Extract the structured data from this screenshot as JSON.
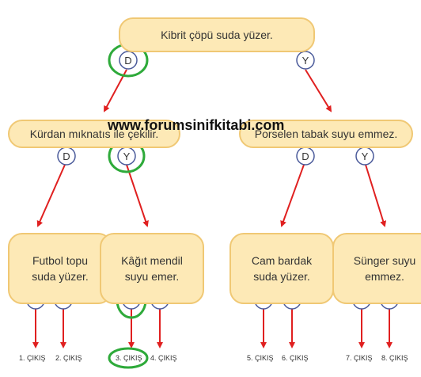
{
  "boxes": {
    "root": "Kibrit çöpü suda yüzer.",
    "left_question": "Kürdan mıknatıs ile çekilir.",
    "right_question": "Porselen tabak suyu emmez.",
    "leaf1": [
      "Futbol topu",
      "suda yüzer."
    ],
    "leaf2": [
      "Kâğıt mendil",
      "suyu emer."
    ],
    "leaf3": [
      "Cam bardak",
      "suda yüzer."
    ],
    "leaf4": [
      "Sünger suyu",
      "emmez."
    ]
  },
  "answers": {
    "yes": "D",
    "no": "Y"
  },
  "exits": [
    "1. ÇIKIŞ",
    "2. ÇIKIŞ",
    "3. ÇIKIŞ",
    "4. ÇIKIŞ",
    "5. ÇIKIŞ",
    "6. ÇIKIŞ",
    "7. ÇIKIŞ",
    "8. ÇIKIŞ"
  ],
  "watermark": "www.forumsinifkitabi.com",
  "colors": {
    "box_fill": "#fde9b6",
    "box_border": "#f0c874",
    "circle_border": "#4a5a9a",
    "arrow": "#e02020",
    "highlight": "#2eaa3a"
  }
}
